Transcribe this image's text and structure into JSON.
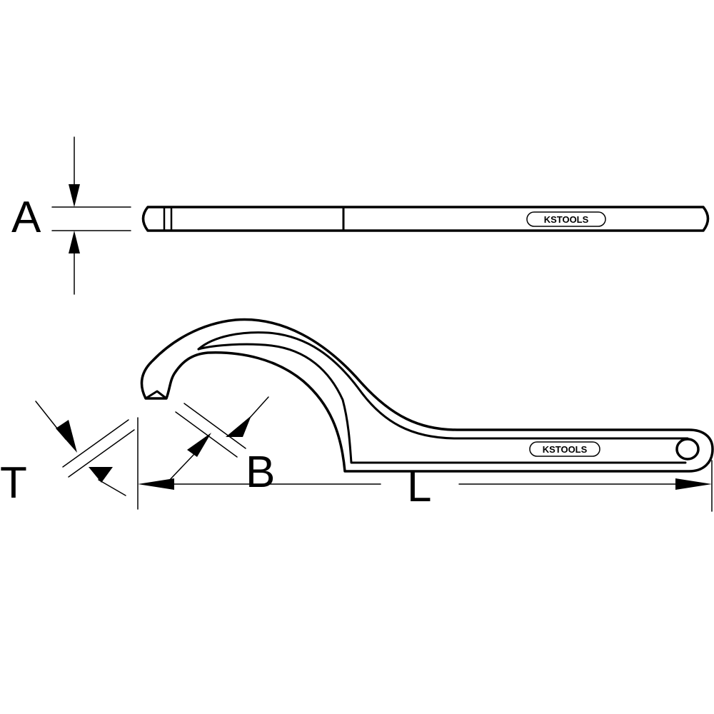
{
  "dimensions": {
    "a": "A",
    "t": "T",
    "b": "B",
    "l": "L"
  },
  "logos": {
    "top": "KSTOOLS",
    "hook": "KSTOOLS"
  },
  "colors": {
    "line": "#000000",
    "background": "#ffffff"
  }
}
